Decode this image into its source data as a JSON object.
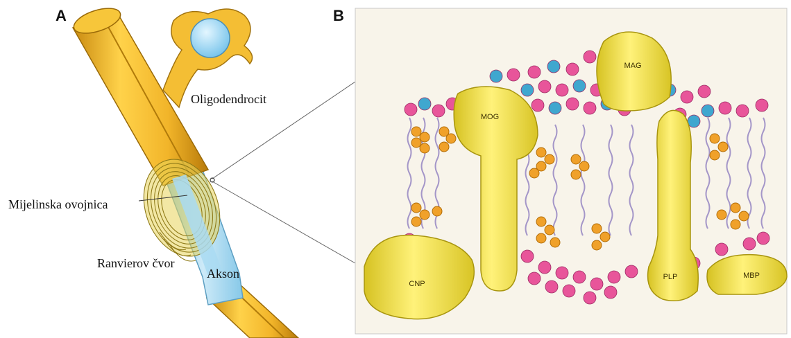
{
  "panel_a": {
    "letter": "A",
    "labels": {
      "oligodendrocyte": "Oligodendrocit",
      "myelin_sheath": "Mijelinska ovojnica",
      "node_of_ranvier": "Ranvierov čvor",
      "axon": "Akson"
    }
  },
  "panel_b": {
    "letter": "B",
    "proteins": {
      "mag": "MAG",
      "mog": "MOG",
      "plp": "PLP",
      "cnp": "CNP",
      "mbp": "MBP"
    }
  },
  "colors": {
    "axon_sheath": "#f2b52a",
    "axon_sheath_dark": "#c98a10",
    "axon_core": "#a9daf2",
    "protein": "#f5e64a",
    "protein_dark": "#c8b21c",
    "lipid_head_pink": "#e8559a",
    "lipid_head_blue": "#3fa7cf",
    "cholesterol": "#f0a12a",
    "membrane_bg": "#f8f4ea"
  }
}
